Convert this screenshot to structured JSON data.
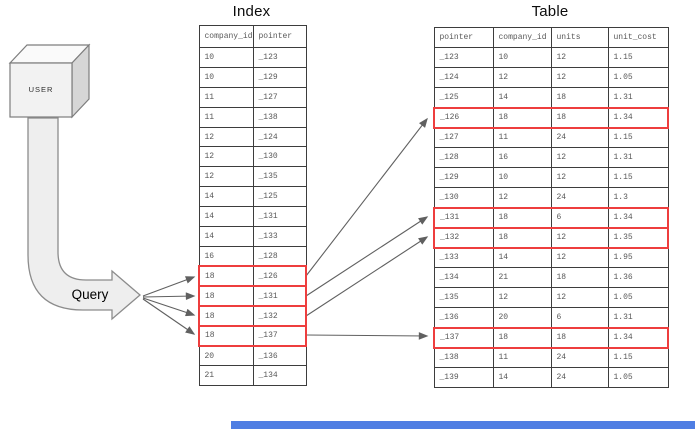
{
  "diagram": {
    "user_label": "USER",
    "query_label": "Query",
    "index_table": {
      "title": "Index",
      "columns": [
        "company_id",
        "pointer"
      ],
      "rows": [
        [
          "10",
          "_123"
        ],
        [
          "10",
          "_129"
        ],
        [
          "11",
          "_127"
        ],
        [
          "11",
          "_138"
        ],
        [
          "12",
          "_124"
        ],
        [
          "12",
          "_130"
        ],
        [
          "12",
          "_135"
        ],
        [
          "14",
          "_125"
        ],
        [
          "14",
          "_131"
        ],
        [
          "14",
          "_133"
        ],
        [
          "16",
          "_128"
        ],
        [
          "18",
          "_126"
        ],
        [
          "18",
          "_131"
        ],
        [
          "18",
          "_132"
        ],
        [
          "18",
          "_137"
        ],
        [
          "20",
          "_136"
        ],
        [
          "21",
          "_134"
        ]
      ],
      "highlighted_rows": [
        11,
        12,
        13,
        14
      ]
    },
    "data_table": {
      "title": "Table",
      "columns": [
        "pointer",
        "company_id",
        "units",
        "unit_cost"
      ],
      "rows": [
        [
          "_123",
          "10",
          "12",
          "1.15"
        ],
        [
          "_124",
          "12",
          "12",
          "1.05"
        ],
        [
          "_125",
          "14",
          "18",
          "1.31"
        ],
        [
          "_126",
          "18",
          "18",
          "1.34"
        ],
        [
          "_127",
          "11",
          "24",
          "1.15"
        ],
        [
          "_128",
          "16",
          "12",
          "1.31"
        ],
        [
          "_129",
          "10",
          "12",
          "1.15"
        ],
        [
          "_130",
          "12",
          "24",
          "1.3"
        ],
        [
          "_131",
          "18",
          "6",
          "1.34"
        ],
        [
          "_132",
          "18",
          "12",
          "1.35"
        ],
        [
          "_133",
          "14",
          "12",
          "1.95"
        ],
        [
          "_134",
          "21",
          "18",
          "1.36"
        ],
        [
          "_135",
          "12",
          "12",
          "1.05"
        ],
        [
          "_136",
          "20",
          "6",
          "1.31"
        ],
        [
          "_137",
          "18",
          "18",
          "1.34"
        ],
        [
          "_138",
          "11",
          "24",
          "1.15"
        ],
        [
          "_139",
          "14",
          "24",
          "1.05"
        ]
      ],
      "highlighted_rows": [
        3,
        8,
        9,
        14
      ]
    },
    "links": {
      "query_targets": [
        "_126",
        "_131",
        "_132",
        "_137"
      ],
      "index_to_table": [
        [
          "_126",
          "_126"
        ],
        [
          "_131",
          "_131"
        ],
        [
          "_132",
          "_132"
        ],
        [
          "_137",
          "_137"
        ]
      ]
    },
    "colors": {
      "highlight": "#ee3e3e",
      "table_border": "#3d3d3d",
      "arrow": "#606060",
      "big_arrow_fill": "#eeeeee",
      "blue_bar": "#4f7ee3"
    }
  }
}
